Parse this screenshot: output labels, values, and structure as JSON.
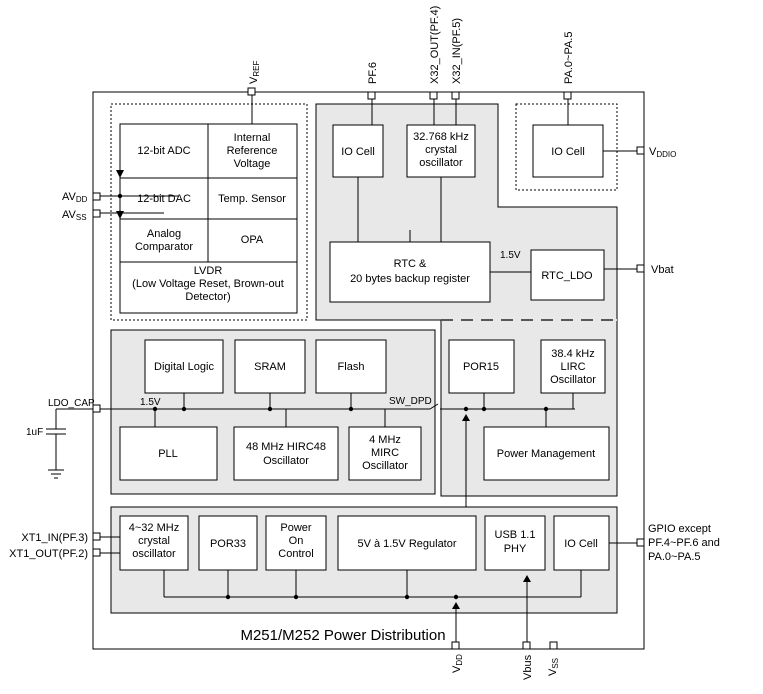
{
  "title": "M251/M252 Power Distribution",
  "pins": {
    "vref": {
      "main": "V",
      "sub": "REF"
    },
    "pf6": "PF.6",
    "x32_out": "X32_OUT(PF.4)",
    "x32_in": "X32_IN(PF.5)",
    "pa": "PA.0~PA.5",
    "avdd": {
      "main": "AV",
      "sub": "DD"
    },
    "avss": {
      "main": "AV",
      "sub": "SS"
    },
    "vddio": {
      "main": "V",
      "sub": "DDIO"
    },
    "vbat": "Vbat",
    "ldo_cap": "LDO_CAP",
    "cap_value": "1uF",
    "xt1_in": "XT1_IN(PF.3)",
    "xt1_out": "XT1_OUT(PF.2)",
    "gpio": [
      "GPIO except",
      "PF.4~PF.6 and",
      "PA.0~PA.5"
    ],
    "vdd": {
      "main": "V",
      "sub": "DD"
    },
    "vbus": "Vbus",
    "vss": {
      "main": "V",
      "sub": "SS"
    }
  },
  "labels": {
    "v15_core": "1.5V",
    "v15_rtc": "1.5V",
    "sw_dpd": "SW_DPD"
  },
  "blocks": {
    "adc": "12-bit ADC",
    "int_ref": [
      "Internal",
      "Reference",
      "Voltage"
    ],
    "dac": "12-bit DAC",
    "temp": "Temp. Sensor",
    "comp": [
      "Analog",
      "Comparator"
    ],
    "opa": "OPA",
    "lvdr": [
      "LVDR",
      "(Low Voltage Reset, Brown-out",
      "Detector)"
    ],
    "io_cell_rtc": "IO Cell",
    "osc32k": [
      "32.768 kHz",
      "crystal",
      "oscillator"
    ],
    "io_cell_pa": "IO Cell",
    "rtc": [
      "RTC &",
      "20 bytes backup register"
    ],
    "rtc_ldo": "RTC_LDO",
    "digital_logic": "Digital Logic",
    "sram": "SRAM",
    "flash": "Flash",
    "por15": "POR15",
    "lirc": [
      "38.4 kHz",
      "LIRC",
      "Oscillator"
    ],
    "pll": "PLL",
    "hirc48": [
      "48 MHz HIRC48",
      "Oscillator"
    ],
    "mirc": [
      "4 MHz",
      "MIRC",
      "Oscillator"
    ],
    "power_mgmt": "Power Management",
    "hxt": [
      "4~32 MHz",
      "crystal",
      "oscillator"
    ],
    "por33": "POR33",
    "power_on": [
      "Power",
      "On",
      "Control"
    ],
    "regulator": "5V à 1.5V Regulator",
    "usb_phy": [
      "USB 1.1",
      "PHY"
    ],
    "io_cell_gpio": "IO Cell"
  }
}
